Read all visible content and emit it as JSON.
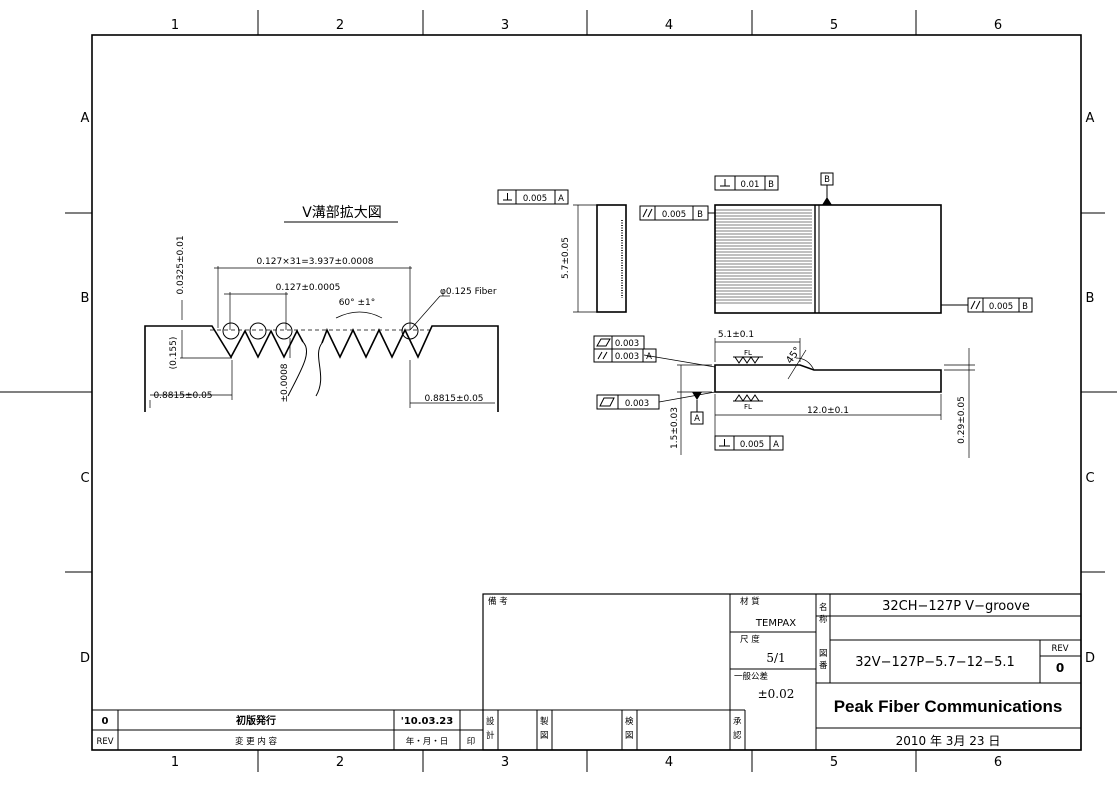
{
  "border": {
    "top_columns": [
      "1",
      "2",
      "3",
      "4",
      "5",
      "6"
    ],
    "bottom_columns": [
      "1",
      "2",
      "3",
      "4",
      "5",
      "6"
    ],
    "left_rows": [
      "A",
      "B",
      "C",
      "D"
    ],
    "right_rows": [
      "A",
      "B",
      "C",
      "D"
    ]
  },
  "vgroove_view": {
    "title": "V溝部拡大図",
    "dim_pitch_total": "0.127×31=3.937±0.0008",
    "dim_pitch": "0.127±0.0005",
    "dim_angle": "60° ±1°",
    "dim_fiber": "φ0.125 Fiber",
    "dim_height_top": "0.0325±0.01",
    "dim_depth": "(0.155)",
    "dim_tol_vertical": "±0.0008",
    "dim_left_land": "0.8815±0.05",
    "dim_right_land": "0.8815±0.05"
  },
  "side_view": {
    "gdt_perp": "0.005",
    "gdt_perp_ref": "A",
    "dim_height": "5.7±0.05"
  },
  "top_view": {
    "gdt_perp": "0.01",
    "gdt_perp_ref": "B",
    "datum_label": "B",
    "gdt_parallel_left": "0.005",
    "gdt_parallel_left_ref": "B",
    "gdt_parallel_right": "0.005",
    "gdt_parallel_right_ref": "B"
  },
  "front_view": {
    "dim_length_top": "5.1±0.1",
    "gdt_flat_top": "0.003",
    "gdt_parallel": "0.003",
    "gdt_parallel_ref": "A",
    "gdt_flat_bottom": "0.003",
    "finish_top": "FL",
    "finish_bottom": "FL",
    "angle": "45°",
    "dim_thickness": "1.5±0.03",
    "datum_label": "A",
    "dim_length": "12.0±0.1",
    "dim_step": "0.29±0.05",
    "gdt_perp": "0.005",
    "gdt_perp_ref": "A"
  },
  "title_block": {
    "remarks_label": "備 考",
    "material_label": "材 質",
    "material_value": "TEMPAX",
    "scale_label": "尺 度",
    "scale_value": "5/1",
    "tolerance_label": "一般公差",
    "tolerance_value": "±0.02",
    "name_label_1": "名",
    "name_label_2": "称",
    "name_value": "32CH−127P V−groove",
    "drawing_no_label_1": "図",
    "drawing_no_label_2": "番",
    "drawing_no_value": "32V−127P−5.7−12−5.1",
    "rev_label": "REV",
    "rev_value": "0",
    "company": "Peak Fiber Communications",
    "date": "2010 年 3月 23 日",
    "design_label_1": "設",
    "design_label_2": "計",
    "drafting_label_1": "製",
    "drafting_label_2": "図",
    "check_label_1": "検",
    "check_label_2": "図",
    "approve_label_1": "承",
    "approve_label_2": "認"
  },
  "revision_block": {
    "rev_no": "0",
    "description": "初版発行",
    "date": "'10.03.23",
    "header_rev": "REV",
    "header_description": "変 更 内 容",
    "header_date": "年・月・日",
    "header_seal": "印"
  }
}
